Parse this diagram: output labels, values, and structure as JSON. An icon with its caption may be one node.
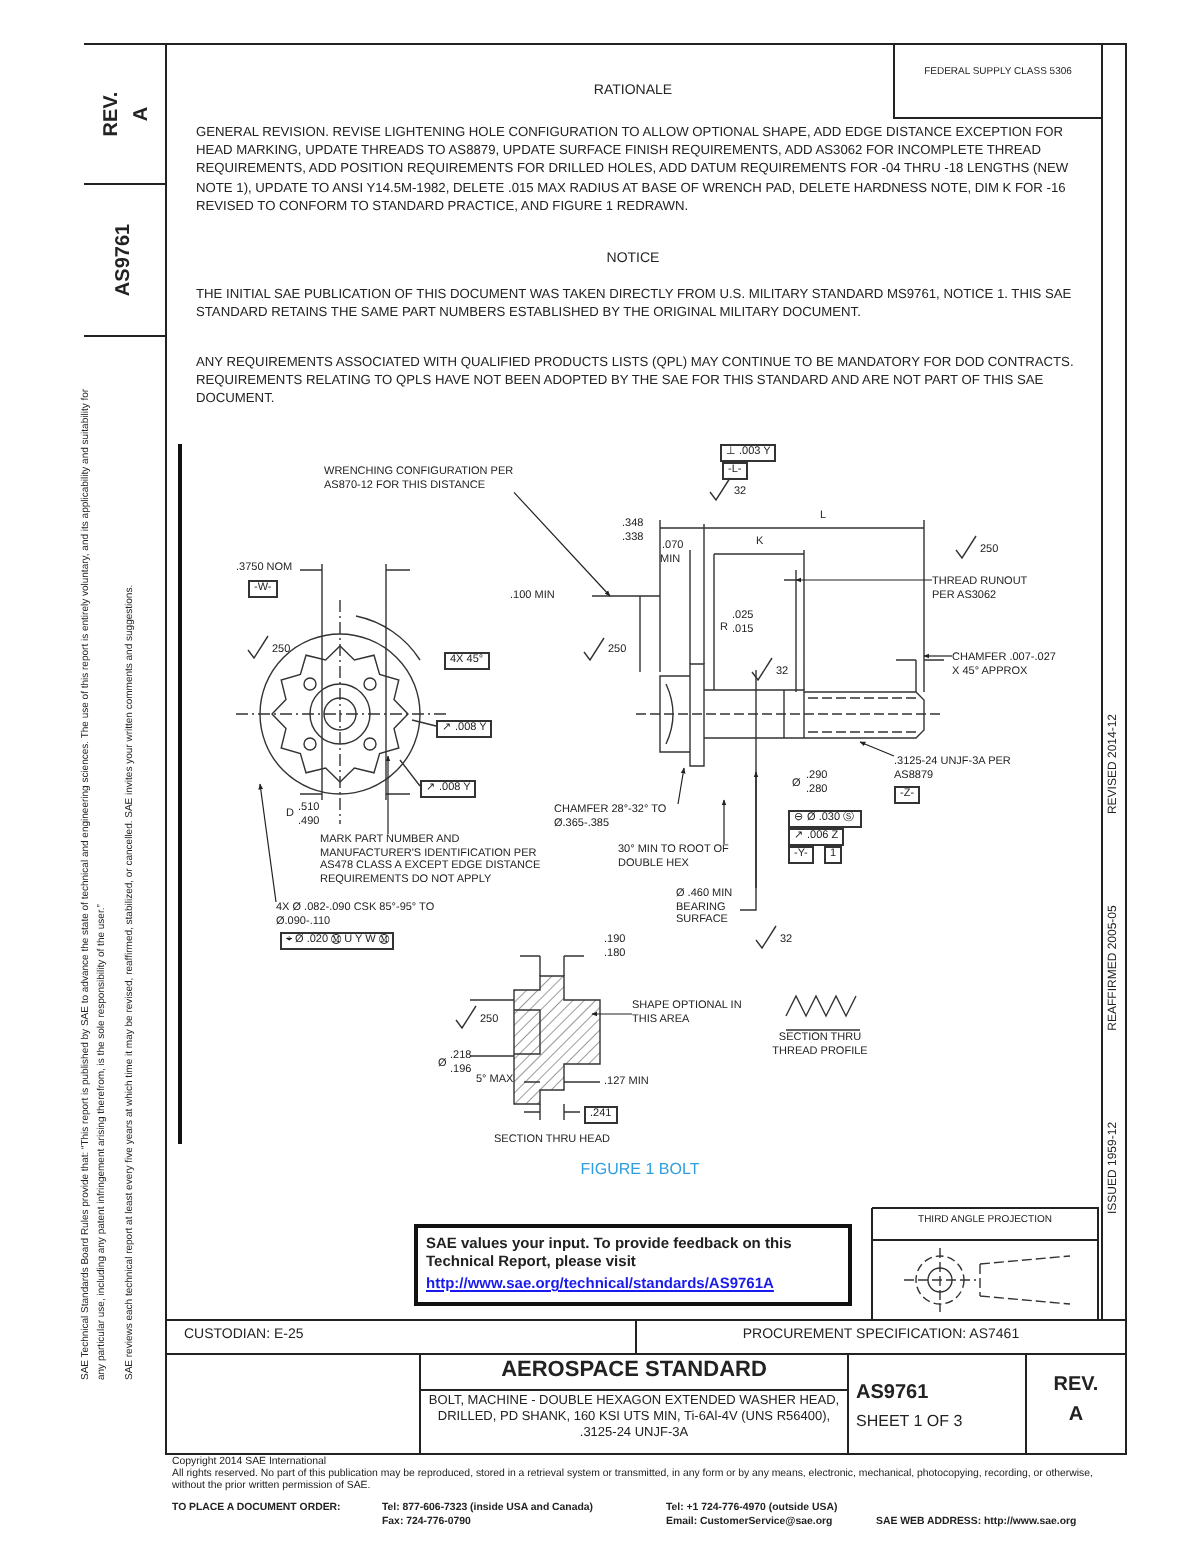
{
  "diagram": {
    "caption": "FIGURE 1 BOLT",
    "nodes": [
      {
        "text": [
          "WRENCHING CONFIGURATION PER AS870-12 FOR THIS DISTANCE"
        ]
      },
      {
        "text": [
          "THREAD RUNOUT PER AS3062"
        ]
      },
      {
        "text": [
          "CHAMFER .007-.027 X 45° APPROX"
        ]
      },
      {
        "text": [
          ".3125-24 UNJF-3A PER AS8879"
        ]
      },
      {
        "text": [
          "CHAMFER 28°-32° TO Ø.365-.385"
        ]
      },
      {
        "text": [
          "MARK PART NUMBER AND MANUFACTURER'S IDENTIFICATION PER AS478 CLASS A EXCEPT EDGE DISTANCE REQUIREMENTS DO NOT APPLY"
        ]
      },
      {
        "text": [
          "30° MIN TO ROOT OF DOUBLE HEX"
        ]
      },
      {
        "text": [
          "4X Ø .082-.090 CSK 85°-95° TO Ø.090-.110"
        ]
      },
      {
        "text": [
          "Ø .460 MIN BEARING SURFACE"
        ]
      },
      {
        "text": [
          "SHAPE OPTIONAL IN THIS AREA"
        ]
      }
    ],
    "edges": [
      {
        "from": 0,
        "to": null,
        "arrow": "to"
      },
      {
        "from": 1,
        "to": null,
        "arrow": "to"
      },
      {
        "from": 2,
        "to": null,
        "arrow": "to"
      },
      {
        "from": 3,
        "to": null,
        "arrow": "to"
      },
      {
        "from": 4,
        "to": null,
        "arrow": "to"
      },
      {
        "from": 5,
        "to": null,
        "arrow": "to"
      },
      {
        "from": 6,
        "to": null,
        "arrow": "to"
      },
      {
        "from": 7,
        "to": null,
        "arrow": "to"
      },
      {
        "from": 8,
        "to": null,
        "arrow": "to"
      },
      {
        "from": 9,
        "to": null,
        "arrow": "to"
      }
    ],
    "labels": [
      "REV.",
      "A",
      "AS9761",
      "SAE Technical Standards Board Rules provide that: “This report is published by SAE to advance the state of technical and engineering sciences. The use of this report is entirely voluntary, and its applicability and suitability for any particular use, including any patent infringement arising therefrom, is the sole responsibility of the user.”",
      "SAE reviews each technical report at least every five years at which time it may be revised, reaffirmed, stabilized, or cancelled. SAE invites your written comments and suggestions.",
      "FEDERAL SUPPLY CLASS 5306",
      "RATIONALE",
      "GENERAL REVISION. REVISE LIGHTENING HOLE CONFIGURATION TO ALLOW OPTIONAL SHAPE, ADD EDGE DISTANCE EXCEPTION FOR HEAD MARKING, UPDATE THREADS TO AS8879, UPDATE SURFACE FINISH REQUIREMENTS, ADD AS3062 FOR INCOMPLETE THREAD REQUIREMENTS, ADD POSITION REQUIREMENTS FOR DRILLED HOLES, ADD DATUM REQUIREMENTS FOR -04 THRU -18 LENGTHS (NEW NOTE 1), UPDATE TO ANSI Y14.5M-1982, DELETE .015 MAX RADIUS AT BASE OF WRENCH PAD, DELETE HARDNESS NOTE, DIM K FOR -16 REVISED TO CONFORM TO STANDARD PRACTICE, AND FIGURE 1 REDRAWN.",
      "NOTICE",
      "THE INITIAL SAE PUBLICATION OF THIS DOCUMENT WAS TAKEN DIRECTLY FROM U.S. MILITARY STANDARD MS9761, NOTICE 1. THIS SAE STANDARD RETAINS THE SAME PART NUMBERS ESTABLISHED BY THE ORIGINAL MILITARY DOCUMENT.",
      "ANY REQUIREMENTS ASSOCIATED WITH QUALIFIED PRODUCTS LISTS (QPL) MAY CONTINUE TO BE MANDATORY FOR DOD CONTRACTS. REQUIREMENTS RELATING TO QPLS HAVE NOT BEEN ADOPTED BY THE SAE FOR THIS STANDARD AND ARE NOT PART OF THIS SAE DOCUMENT.",
      "⊥ .003 Y",
      "-L-",
      "32",
      ".348",
      ".338",
      "L",
      ".070",
      "MIN",
      "K",
      "250",
      ".3750 NOM",
      "-W-",
      ".100 MIN",
      "250",
      "R",
      ".025",
      ".015",
      "250",
      "4X 45°",
      "32",
      "↗ .008 Y",
      "D",
      ".510",
      ".490",
      "↗ .008 Y",
      "Ø",
      ".290",
      ".280",
      "-Z-",
      "⊖ Ø .030 Ⓢ",
      "↗ .006 Z",
      "-Y-",
      "1",
      "⌖ Ø .020 Ⓜ U Y W Ⓜ",
      ".190",
      ".180",
      "32",
      "250",
      "Ø",
      ".218",
      ".196",
      "5° MAX",
      ".127 MIN",
      ".241",
      "SECTION THRU HEAD",
      "SECTION THRU THREAD PROFILE",
      "ISSUED 1959-12",
      "REAFFIRMED 2005-05",
      "REVISED 2014-12",
      "SAE values your input. To provide feedback on this Technical Report, please visit",
      "http://www.sae.org/technical/standards/AS9761A",
      "THIRD ANGLE PROJECTION",
      "CUSTODIAN: E-25",
      "PROCUREMENT SPECIFICATION: AS7461",
      "AEROSPACE STANDARD",
      "BOLT, MACHINE - DOUBLE HEXAGON EXTENDED WASHER HEAD, DRILLED, PD SHANK, 160 KSI UTS MIN, Ti-6Al-4V (UNS R56400), .3125-24 UNJF-3A",
      "AS9761",
      "SHEET 1 OF 3",
      "REV.",
      "A",
      "Copyright 2014 SAE International",
      "All rights reserved. No part of this publication may be reproduced, stored in a retrieval system or transmitted, in any form or by any means, electronic, mechanical, photocopying, recording, or otherwise, without the prior written permission of SAE.",
      "TO PLACE A DOCUMENT ORDER:",
      "Tel: 877-606-7323 (inside USA and Canada)",
      "Fax: 724-776-0790",
      "Tel: +1 724-776-4970 (outside USA)",
      "Email: CustomerService@sae.org",
      "SAE WEB ADDRESS: http://www.sae.org"
    ]
  }
}
